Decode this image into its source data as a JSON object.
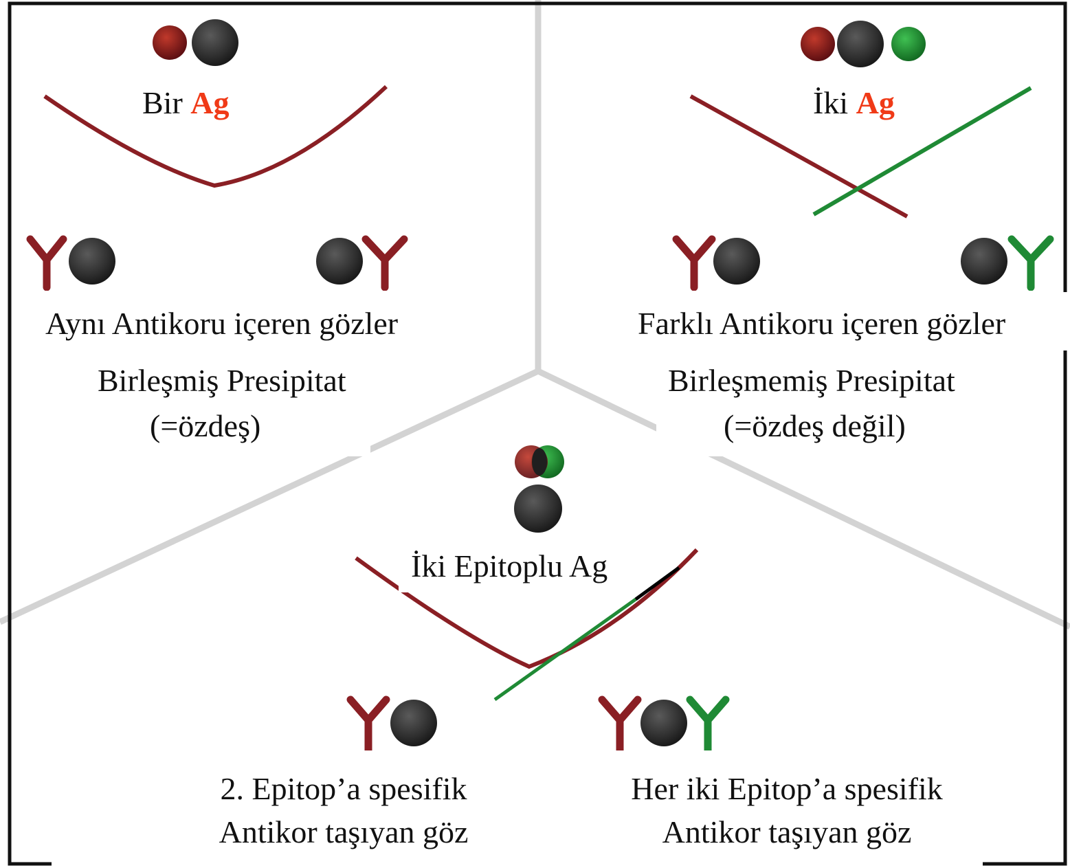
{
  "colors": {
    "red": "#8a1f24",
    "green": "#1f8a35",
    "dark": "#333333",
    "accent": "#f03a17",
    "frame": "#111111",
    "divider": "#d0d0d0"
  },
  "panel_left": {
    "title_prefix": "Bir",
    "title_ag": "Ag",
    "line1": "Aynı Antikoru içeren gözler",
    "line2": "Birleşmiş Presipitat",
    "line3": "(=özdeş)"
  },
  "panel_right": {
    "title_prefix": "İki",
    "title_ag": "Ag",
    "line1": "Farklı  Antikoru içeren gözler",
    "line2": "Birleşmemiş  Presipitat",
    "line3": "(=özdeş değil)"
  },
  "panel_bottom": {
    "title": "İki Epitoplu Ag",
    "left_line1": "2. Epitop’a spesifik",
    "left_line2": "Antikor taşıyan göz",
    "right_line1": "Her iki Epitop’a spesifik",
    "right_line2": "Antikor taşıyan göz"
  }
}
